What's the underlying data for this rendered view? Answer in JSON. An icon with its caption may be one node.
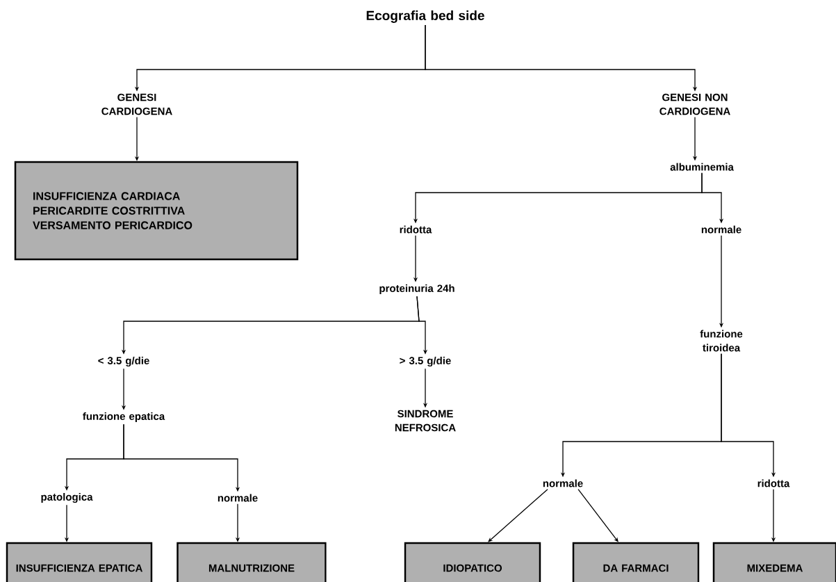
{
  "diagram": {
    "nodes": [
      {
        "text": [
          "Ecografia bed side"
        ]
      },
      {
        "text": [
          "GENESI CARDIOGENA"
        ]
      },
      {
        "text": [
          "GENESI NON CARDIOGENA"
        ]
      },
      {
        "text": [
          "INSUFFICIENZA CARDIACA",
          "PERICARDITE COSTRITTIVA",
          "VERSAMENTO PERICARDICO"
        ]
      },
      {
        "text": [
          "albuminemia"
        ]
      },
      {
        "text": [
          "ridotta"
        ]
      },
      {
        "text": [
          "normale"
        ]
      },
      {
        "text": [
          "proteinuria 24h"
        ]
      },
      {
        "text": [
          "< 3.5 g/die"
        ]
      },
      {
        "text": [
          "> 3.5 g/die"
        ]
      },
      {
        "text": [
          "funzione epatica"
        ]
      },
      {
        "text": [
          "SINDROME NEFROSICA"
        ]
      },
      {
        "text": [
          "funzione tiroidea"
        ]
      },
      {
        "text": [
          "patologica"
        ]
      },
      {
        "text": [
          "normale"
        ]
      },
      {
        "text": [
          "normale"
        ]
      },
      {
        "text": [
          "ridotta"
        ]
      },
      {
        "text": [
          "INSUFFICIENZA EPATICA"
        ]
      },
      {
        "text": [
          "MALNUTRIZIONE"
        ]
      },
      {
        "text": [
          "IDIOPATICO"
        ]
      },
      {
        "text": [
          "DA FARMACI"
        ]
      },
      {
        "text": [
          "MIXEDEMA"
        ]
      }
    ],
    "edges": [
      {
        "from": 0,
        "to": 1,
        "arrow": "to"
      },
      {
        "from": 0,
        "to": 2,
        "arrow": "to"
      },
      {
        "from": 1,
        "to": 3,
        "arrow": "to"
      },
      {
        "from": 2,
        "to": 4,
        "arrow": "to"
      },
      {
        "from": 4,
        "to": 5,
        "arrow": "to"
      },
      {
        "from": 4,
        "to": 6,
        "arrow": "to"
      },
      {
        "from": 5,
        "to": 7,
        "arrow": "to"
      },
      {
        "from": 7,
        "to": 8,
        "arrow": "to"
      },
      {
        "from": 7,
        "to": 9,
        "arrow": "to"
      },
      {
        "from": 8,
        "to": 10,
        "arrow": "to"
      },
      {
        "from": 9,
        "to": 11,
        "arrow": "to"
      },
      {
        "from": 6,
        "to": 12,
        "arrow": "to"
      },
      {
        "from": 10,
        "to": 13,
        "arrow": "to"
      },
      {
        "from": 10,
        "to": 14,
        "arrow": "to"
      },
      {
        "from": 12,
        "to": 15,
        "arrow": "to"
      },
      {
        "from": 12,
        "to": 16,
        "arrow": "to"
      },
      {
        "from": 13,
        "to": 17,
        "arrow": "to"
      },
      {
        "from": 14,
        "to": 18,
        "arrow": "to"
      },
      {
        "from": 15,
        "to": 19,
        "arrow": "to"
      },
      {
        "from": 15,
        "to": 20,
        "arrow": "to"
      },
      {
        "from": 16,
        "to": 21,
        "arrow": "to"
      }
    ]
  }
}
